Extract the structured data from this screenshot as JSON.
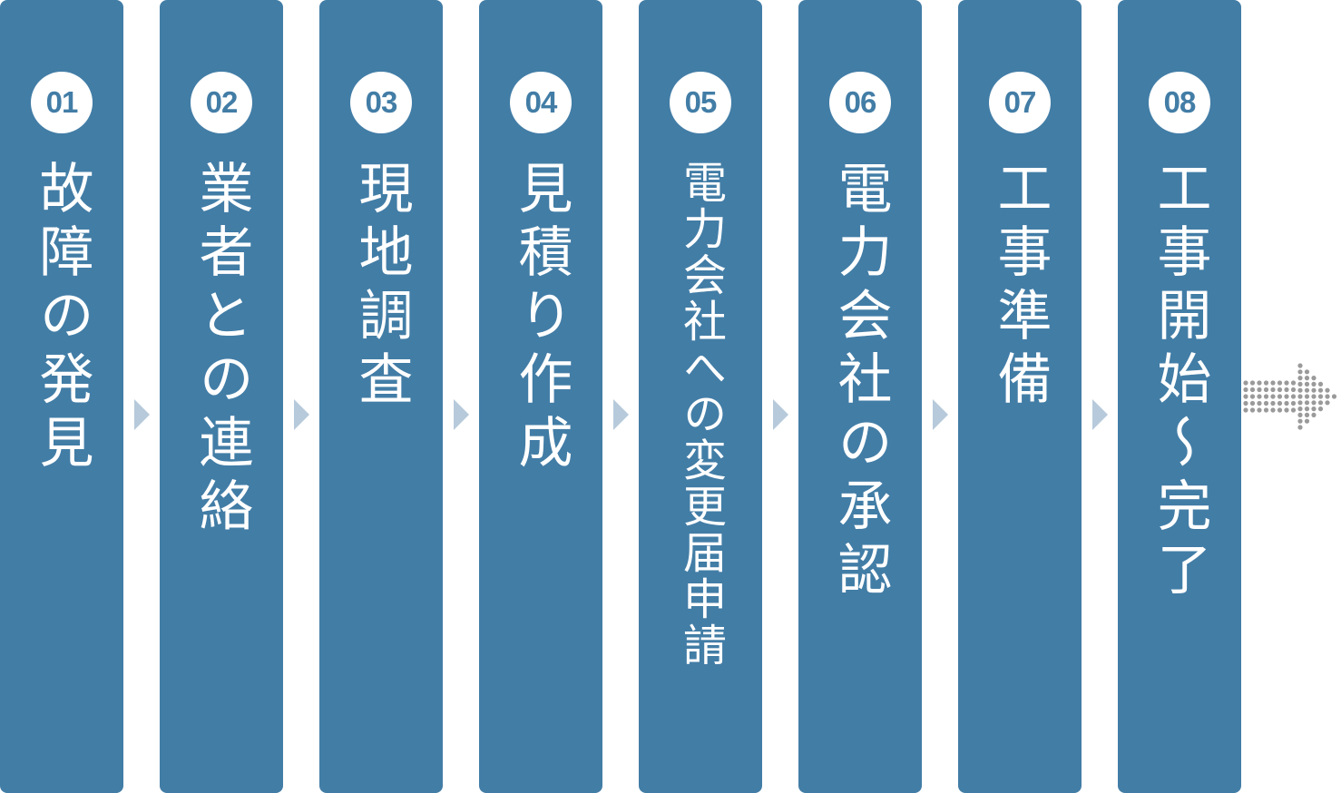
{
  "steps": [
    {
      "number": "01",
      "label": "故障の発見"
    },
    {
      "number": "02",
      "label": "業者との連絡"
    },
    {
      "number": "03",
      "label": "現地調査"
    },
    {
      "number": "04",
      "label": "見積り作成"
    },
    {
      "number": "05",
      "label": "電力会社への変更届申請"
    },
    {
      "number": "06",
      "label": "電力会社の承認"
    },
    {
      "number": "07",
      "label": "工事準備"
    },
    {
      "number": "08",
      "label": "工事開始〜完了"
    }
  ],
  "colors": {
    "panel": "#427da6",
    "badge_bg": "#ffffff",
    "connector": "#b6cadb",
    "dotted_arrow": "#9a9a9a"
  }
}
